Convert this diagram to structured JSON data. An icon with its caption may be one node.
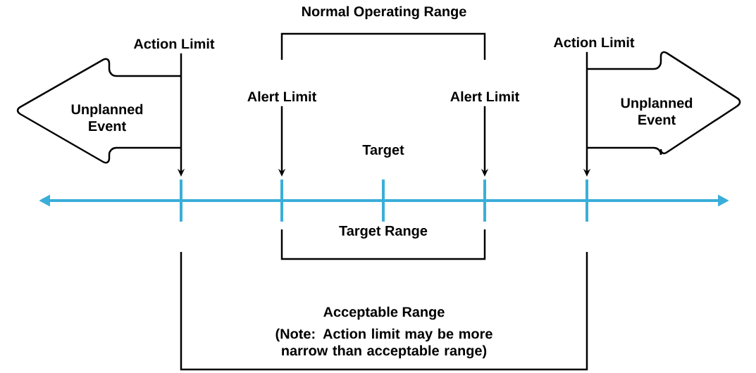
{
  "diagram": {
    "nodes": [
      {
        "text": [
          "Action Limit"
        ]
      },
      {
        "text": [
          "Unplanned Event"
        ]
      },
      {
        "text": [
          "Alert Limit"
        ]
      },
      {
        "text": [
          "Alert Limit"
        ]
      },
      {
        "text": [
          "Action Limit"
        ]
      },
      {
        "text": [
          "Unplanned Event"
        ]
      },
      {
        "text": [],
        "shape": "bar"
      },
      {
        "text": [],
        "shape": "bar"
      },
      {
        "text": [],
        "shape": "bar"
      },
      {
        "text": [],
        "shape": "bar"
      },
      {
        "text": [],
        "shape": "bar"
      }
    ],
    "edges": [
      {
        "from": 0,
        "to": 6,
        "arrow": "to"
      },
      {
        "from": 2,
        "to": 7,
        "arrow": "to"
      },
      {
        "from": 3,
        "to": 9,
        "arrow": "to"
      },
      {
        "from": 4,
        "to": 10,
        "arrow": "to"
      }
    ],
    "labels": [
      "Normal Operating Range",
      "Target",
      "Target Range",
      "Acceptable Range",
      "(Note: Action limit may be more narrow than acceptable range)"
    ]
  }
}
